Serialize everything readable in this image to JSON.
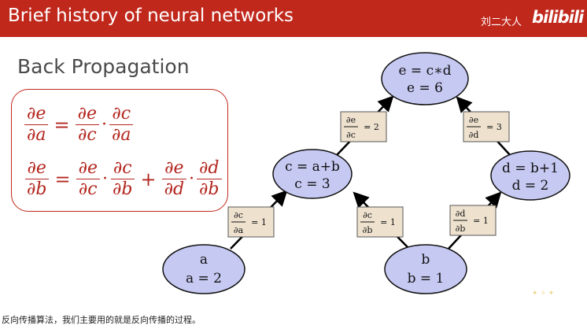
{
  "header": {
    "title": "Brief history of neural networks",
    "channel": "刘二大人",
    "logo": "bilibili",
    "accent_color": "#c0281c"
  },
  "section_title": "Back Propagation",
  "formulas": {
    "eq1": {
      "lhs_num": "∂e",
      "lhs_den": "∂a",
      "t1_num": "∂e",
      "t1_den": "∂c",
      "t2_num": "∂c",
      "t2_den": "∂a",
      "eq": "=",
      "dot": "·"
    },
    "eq2": {
      "lhs_num": "∂e",
      "lhs_den": "∂b",
      "a1_num": "∂e",
      "a1_den": "∂c",
      "a2_num": "∂c",
      "a2_den": "∂b",
      "plus": "+",
      "b1_num": "∂e",
      "b1_den": "∂d",
      "b2_num": "∂d",
      "b2_den": "∂b",
      "eq": "=",
      "dot": "·"
    }
  },
  "graph": {
    "nodes": {
      "e": {
        "line1": "e = c∗d",
        "line2": "e = 6"
      },
      "c": {
        "line1": "c = a+b",
        "line2": "c = 3"
      },
      "d": {
        "line1": "d = b+1",
        "line2": "d = 2"
      },
      "a": {
        "line1": "a",
        "line2": "a = 2"
      },
      "b": {
        "line1": "b",
        "line2": "b = 1"
      }
    },
    "edges": {
      "ce": {
        "num": "∂e",
        "den": "∂c",
        "value": "= 2"
      },
      "de": {
        "num": "∂e",
        "den": "∂d",
        "value": "= 3"
      },
      "ac": {
        "num": "∂c",
        "den": "∂a",
        "value": "= 1"
      },
      "bc": {
        "num": "∂c",
        "den": "∂b",
        "value": "= 1"
      },
      "bd": {
        "num": "∂d",
        "den": "∂b",
        "value": "= 1"
      }
    },
    "node_fill": "#c6c9f2",
    "edge_label_fill": "#eee2cf"
  },
  "caption": "反向传播算法，我们主要用的就是反向传播的过程。"
}
